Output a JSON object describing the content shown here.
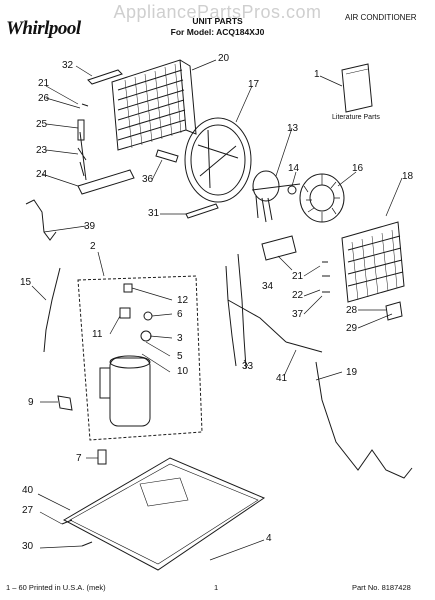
{
  "header": {
    "brand": "Whirlpool",
    "watermark": "AppliancePartsPros.com",
    "category": "AIR CONDITIONER",
    "section": "UNIT PARTS",
    "model_line": "For Model: ACQ184XJ0"
  },
  "literature_label": "Literature Parts",
  "callouts": [
    "32",
    "20",
    "1",
    "21",
    "26",
    "17",
    "13",
    "25",
    "14",
    "16",
    "18",
    "23",
    "36",
    "24",
    "31",
    "39",
    "2",
    "15",
    "21",
    "12",
    "22",
    "34",
    "6",
    "37",
    "28",
    "11",
    "3",
    "29",
    "5",
    "10",
    "33",
    "41",
    "19",
    "9",
    "7",
    "4",
    "40",
    "27",
    "30"
  ],
  "footer": {
    "left": "1 – 60 Printed in U.S.A. (mek)",
    "center": "1",
    "right": "Part No. 8187428"
  },
  "colors": {
    "line": "#1a1a1a",
    "watermark": "#cfcfcf"
  }
}
